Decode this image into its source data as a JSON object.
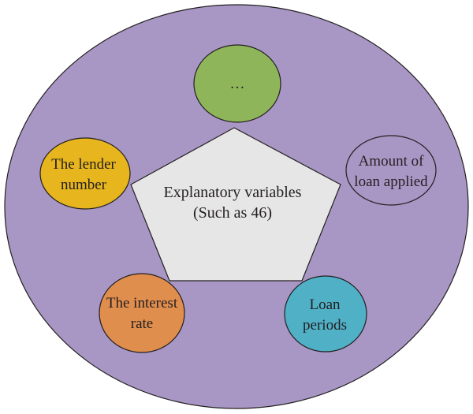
{
  "center": {
    "line1": "Explanatory variables",
    "line2": "(Such as 46)",
    "fill": "#e6e6e6"
  },
  "background_fill": "#a897c4",
  "nodes": {
    "ellipsis": {
      "line1": "…",
      "fill": "#8fb55a"
    },
    "amount": {
      "line1": "Amount of",
      "line2": "loan applied",
      "fill": "#a897c4"
    },
    "lender": {
      "line1": "The lender",
      "line2": "number",
      "fill": "#e7b51d"
    },
    "interest": {
      "line1": "The interest",
      "line2": "rate",
      "fill": "#e08e4e"
    },
    "periods": {
      "line1": "Loan",
      "line2": "periods",
      "fill": "#4fb0c6"
    }
  }
}
